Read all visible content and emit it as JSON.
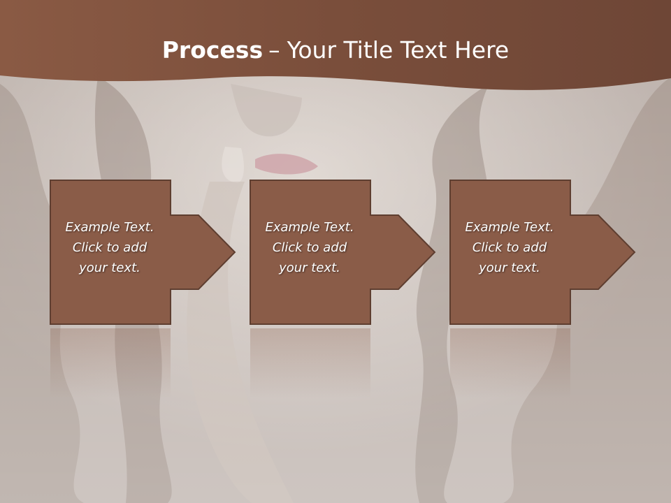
{
  "slide": {
    "title_bold": "Process",
    "title_sep": "–",
    "title_rest": "Your Title Text Here"
  },
  "colors": {
    "banner": "#7a4f3a",
    "box_fill": "#8a5c48",
    "box_border": "#5e3e30"
  },
  "steps": [
    {
      "line1": "Example Text.",
      "line2": "Click  to add",
      "line3": "your text."
    },
    {
      "line1": "Example Text.",
      "line2": "Click  to add",
      "line3": "your text."
    },
    {
      "line1": "Example Text.",
      "line2": "Click  to add",
      "line3": "your text."
    }
  ]
}
